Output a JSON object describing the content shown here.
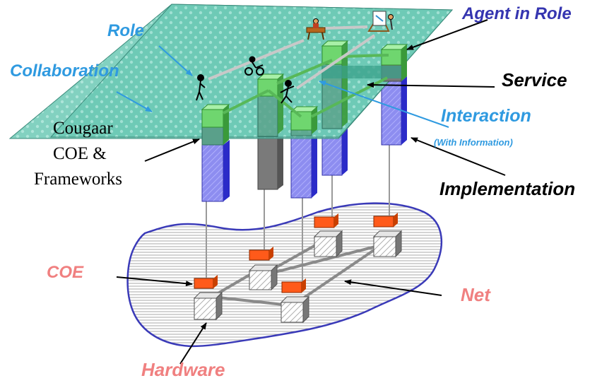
{
  "labels": {
    "role": "Role",
    "collaboration": "Collaboration",
    "agent_in_role": "Agent in Role",
    "service": "Service",
    "interaction": "Interaction",
    "with_information": "(With Information)",
    "cougaar_line1": "Cougaar",
    "cougaar_line2": "COE &",
    "cougaar_line3": "Frameworks",
    "implementation": "Implementation",
    "coe": "COE",
    "net": "Net",
    "hardware": "Hardware"
  },
  "colors": {
    "blue_label": "#2f9ae0",
    "navy_label": "#3535b0",
    "red_label": "#f08080",
    "black_label": "#000000",
    "plane_fill": "#6cc9b5",
    "network_outline": "#3a3ab8",
    "service_block": "#6fd66f",
    "implementation_column": "#8d8df0",
    "coe_block": "#ff5a1a"
  },
  "icons": [
    "agent-figure-icon",
    "cyclist-figure-icon",
    "walker-figure-icon",
    "desk-worker-icon",
    "painter-icon"
  ]
}
